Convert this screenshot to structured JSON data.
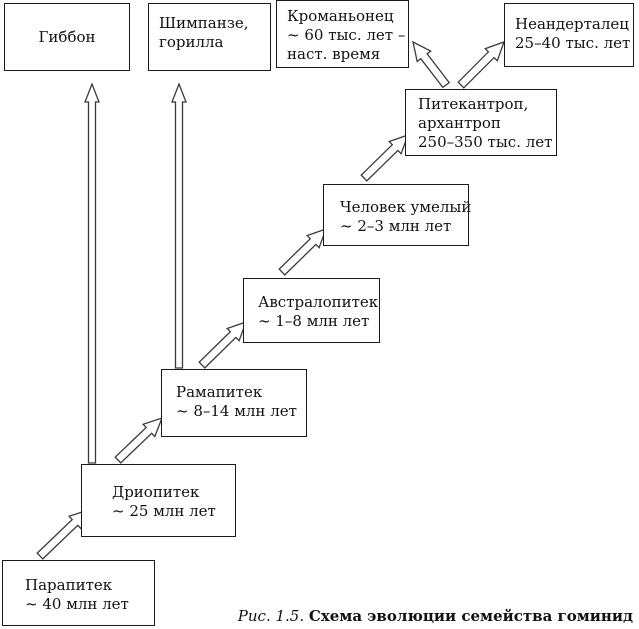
{
  "boxes": {
    "gibbon": {
      "line1": "Гиббон"
    },
    "chimp": {
      "line1": "Шимпанзе,",
      "line2": "горилла"
    },
    "cromagnon": {
      "line1": "Кроманьонец",
      "line2": "~ 60 тыс. лет –",
      "line3": "наст. время"
    },
    "neanderthal": {
      "line1": "Неандерталец",
      "line2": "25–40 тыс. лет"
    },
    "pithecanthropus": {
      "line1": "Питекантроп,",
      "line2": "архантроп",
      "line3": "250–350 тыс. лет"
    },
    "homo_habilis": {
      "line1": "Человек умелый",
      "line2": "~ 2–3 млн лет"
    },
    "australopithecus": {
      "line1": "Австралопитек",
      "line2": "~ 1–8 млн лет"
    },
    "ramapithecus": {
      "line1": "Рамапитек",
      "line2": "~ 8–14 млн лет"
    },
    "dryopithecus": {
      "line1": "Дриопитек",
      "line2": "~ 25 млн лет"
    },
    "parapithecus": {
      "line1": "Парапитек",
      "line2": "~ 40 млн лет"
    }
  },
  "caption": {
    "fig": "Рис. 1.5.",
    "text": "Схема эволюции семейства гоминид"
  }
}
